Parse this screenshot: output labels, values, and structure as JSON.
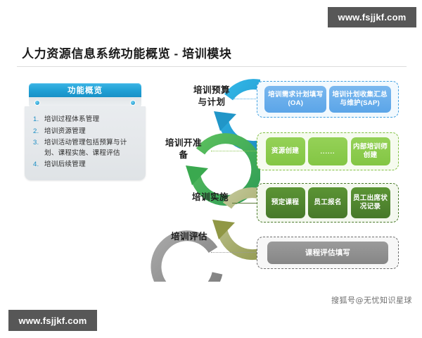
{
  "page": {
    "title": "人力资源信息系统功能概览 - 培训模块"
  },
  "watermarks": {
    "top_right": "www.fsjjkf.com",
    "bottom_left": "www.fsjjkf.com",
    "credit": "搜狐号@无忧知识星球"
  },
  "panel": {
    "header": "功能概览",
    "items": [
      "培训过程体系管理",
      "培训资源管理",
      "培训活动管理包括预算与计划、课程实施、课程评估",
      "培训后续管理"
    ]
  },
  "cycle": {
    "stages": [
      {
        "label": "培训预算\n与计划",
        "color": "#2196c8"
      },
      {
        "label": "培训开准\n备",
        "color": "#4cb050"
      },
      {
        "label": "培训实施",
        "color": "#9aa558"
      },
      {
        "label": "培训评估",
        "color": "#8d8d8d"
      }
    ],
    "labels": {
      "stage1": "培训预算与计划",
      "stage2": "培训开准备",
      "stage3": "培训实施",
      "stage4": "培训评估"
    }
  },
  "groups": [
    {
      "id": "group-1",
      "accent": "#3f9fe0",
      "nodes": [
        "培训需求计划填写(OA)",
        "培训计划收集汇总与维护(SAP)"
      ]
    },
    {
      "id": "group-2",
      "accent": "#7fbf3f",
      "nodes": [
        "资源创建",
        "......",
        "内部培训师创建"
      ]
    },
    {
      "id": "group-3",
      "accent": "#4a7a2a",
      "nodes": [
        "预定课程",
        "员工报名",
        "员工出席状况记录"
      ]
    },
    {
      "id": "group-4",
      "accent": "#6f6f6f",
      "nodes": [
        "课程评估填写"
      ]
    }
  ]
}
